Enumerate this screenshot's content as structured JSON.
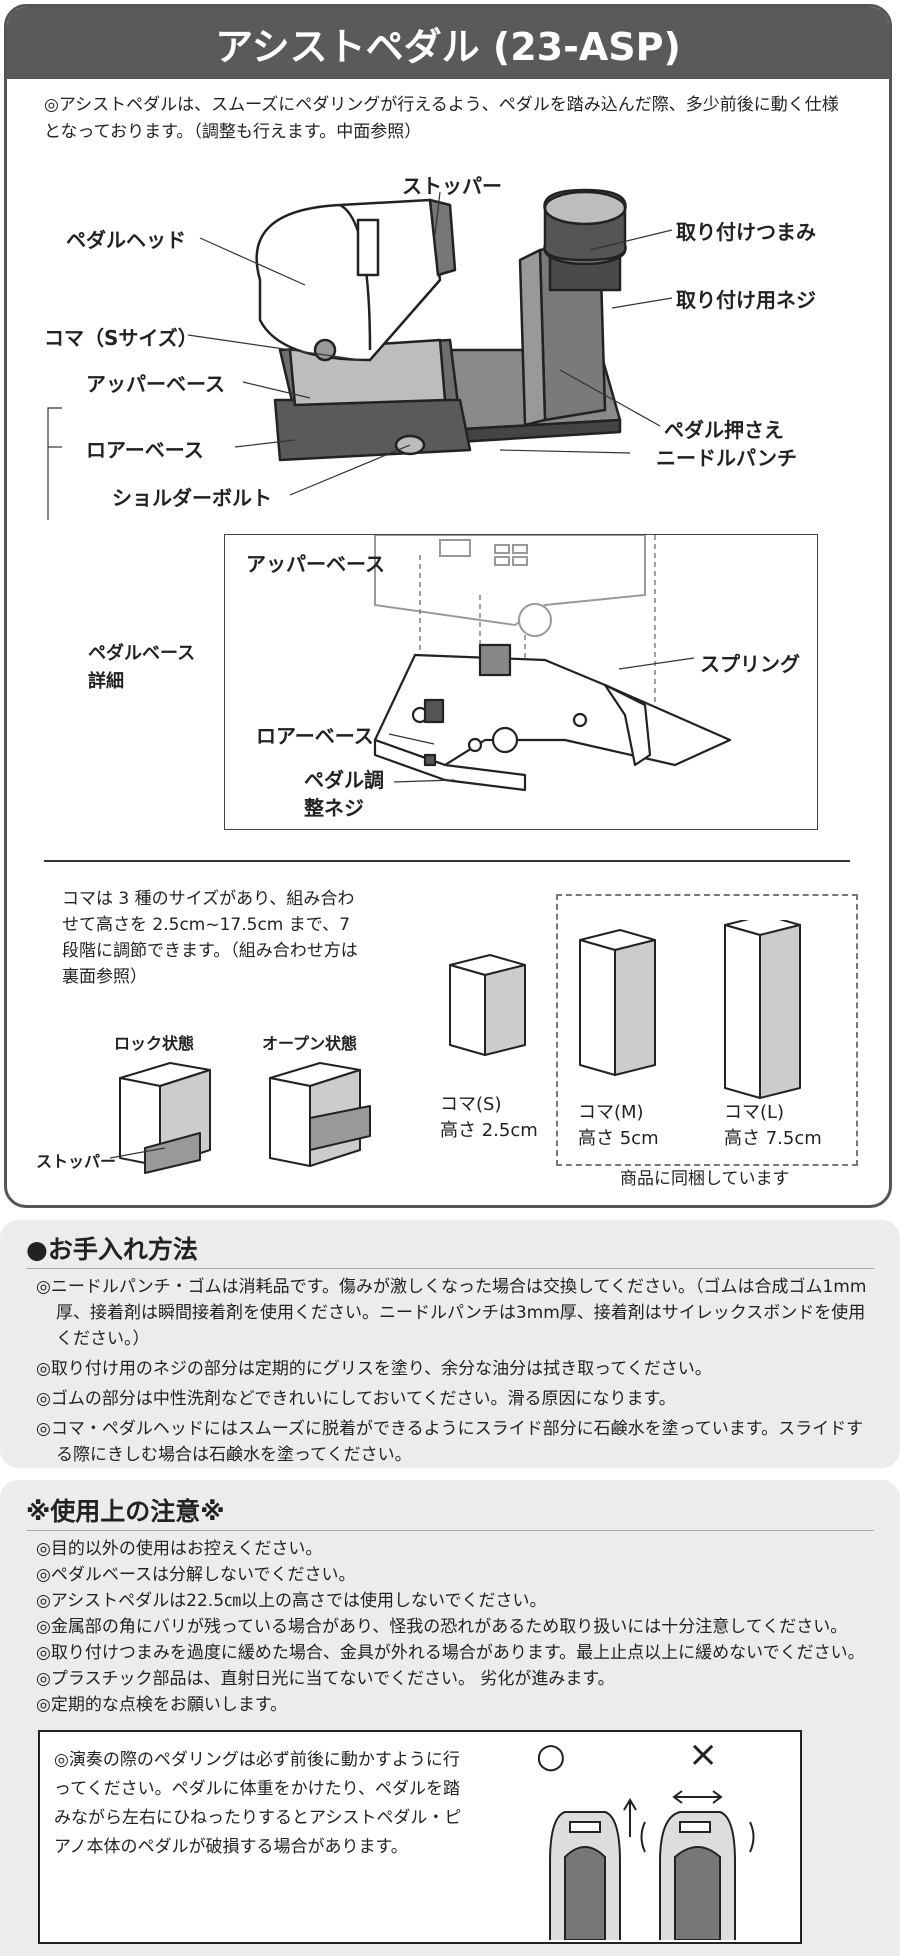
{
  "header": {
    "title": "アシストペダル (23-ASP)"
  },
  "intro": {
    "text": "◎アシストペダルは、スムーズにペダリングが行えるよう、ペダルを踏み込んだ際、多少前後に動く仕様となっております。（調整も行えます。中面参照）"
  },
  "diagram_labels": {
    "stopper": "ストッパー",
    "pedal_head": "ペダルヘッド",
    "mount_knob": "取り付けつまみ",
    "mount_screw": "取り付け用ネジ",
    "koma_s": "コマ（Sサイズ）",
    "upper_base": "アッパーベース",
    "lower_base": "ロアーベース",
    "pedal_holder": "ペダル押さえ",
    "needle_punch": "ニードルパンチ",
    "shoulder_bolt": "ショルダーボルト",
    "pedal_base_detail": "ペダルベース詳細",
    "detail_upper_base": "アッパーベース",
    "detail_spring": "スプリング",
    "detail_lower_base": "ロアーベース",
    "detail_adjust_screw": "ペダル調整ネジ"
  },
  "koma_section": {
    "description": "コマは 3 種のサイズがあり、組み合わせて高さを 2.5cm~17.5cm まで、7 段階に調節できます。（組み合わせ方は裏面参照）",
    "lock_state": "ロック状態",
    "open_state": "オープン状態",
    "stopper": "ストッパー",
    "sizes": [
      {
        "name": "コマ(S)",
        "height": "高さ 2.5cm"
      },
      {
        "name": "コマ(M)",
        "height": "高さ 5cm"
      },
      {
        "name": "コマ(L)",
        "height": "高さ 7.5cm"
      }
    ],
    "included_note": "商品に同梱しています"
  },
  "care": {
    "title": "●お手入れ方法",
    "items": [
      "◎ニードルパンチ・ゴムは消耗品です。傷みが激しくなった場合は交換してください。（ゴムは合成ゴム1mm厚、接着剤は瞬間接着剤を使用ください。ニードルパンチは3mm厚、接着剤はサイレックスボンドを使用ください。）",
      "◎取り付け用のネジの部分は定期的にグリスを塗り、余分な油分は拭き取ってください。",
      "◎ゴムの部分は中性洗剤などできれいにしておいてください。滑る原因になります。",
      "◎コマ・ペダルヘッドにはスムーズに脱着ができるようにスライド部分に石鹸水を塗っています。スライドする際にきしむ場合は石鹸水を塗ってください。"
    ]
  },
  "caution": {
    "title": "※使用上の注意※",
    "items": [
      "◎目的以外の使用はお控えください。",
      "◎ペダルベースは分解しないでください。",
      "◎アシストペダルは22.5㎝以上の高さでは使用しないでください。",
      "◎金属部の角にバリが残っている場合があり、怪我の恐れがあるため取り扱いには十分注意してください。",
      "◎取り付けつまみを過度に緩めた場合、金具が外れる場合があります。最上止点以上に緩めないでください。",
      "◎プラスチック部品は、直射日光に当てないでください。 劣化が進みます。",
      "◎定期的な点検をお願いします。"
    ],
    "box_text": "◎演奏の際のペダリングは必ず前後に動かすように行ってください。ペダルに体重をかけたり、ペダルを踏みながら左右にひねったりするとアシストペダル・ピアノ本体のペダルが破損する場合があります。",
    "ok_symbol": "○",
    "ng_symbol": "×"
  }
}
